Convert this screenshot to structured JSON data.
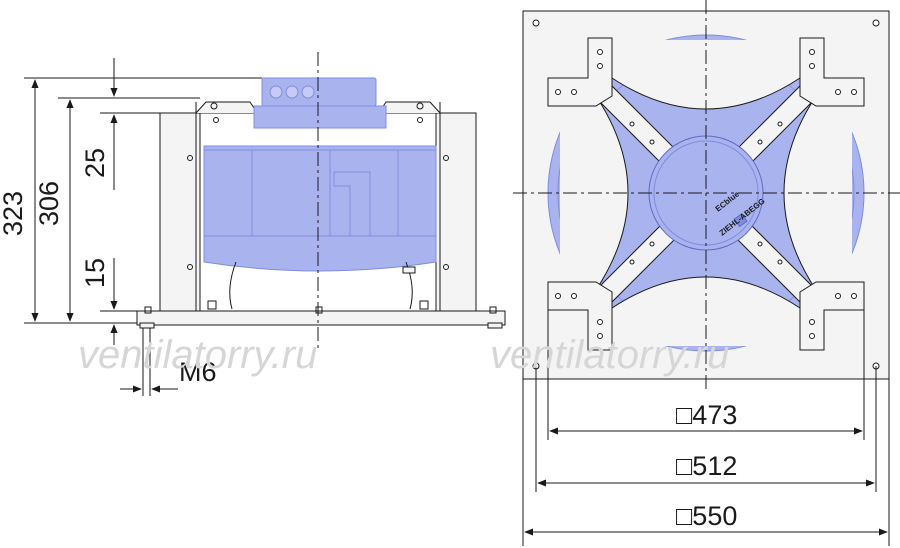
{
  "side_view": {
    "dim_323": "323",
    "dim_306": "306",
    "dim_25": "25",
    "dim_15": "15",
    "thread": "M6"
  },
  "front_view": {
    "dim_473": "□473",
    "dim_512": "□512",
    "dim_550": "□550",
    "hub_brand": "ZIEHL-ABEGG",
    "hub_series": "ECblue"
  },
  "watermark": {
    "left": "ventilatorry.ru",
    "right": "ventilatorry.ru"
  },
  "colors": {
    "fan_blue": "#a9b3ee",
    "fan_blue_dark": "#7f8ce0",
    "line": "#1a1a1a",
    "frame_fill": "#f4f4f4",
    "watermark": "#d6d6d6"
  }
}
